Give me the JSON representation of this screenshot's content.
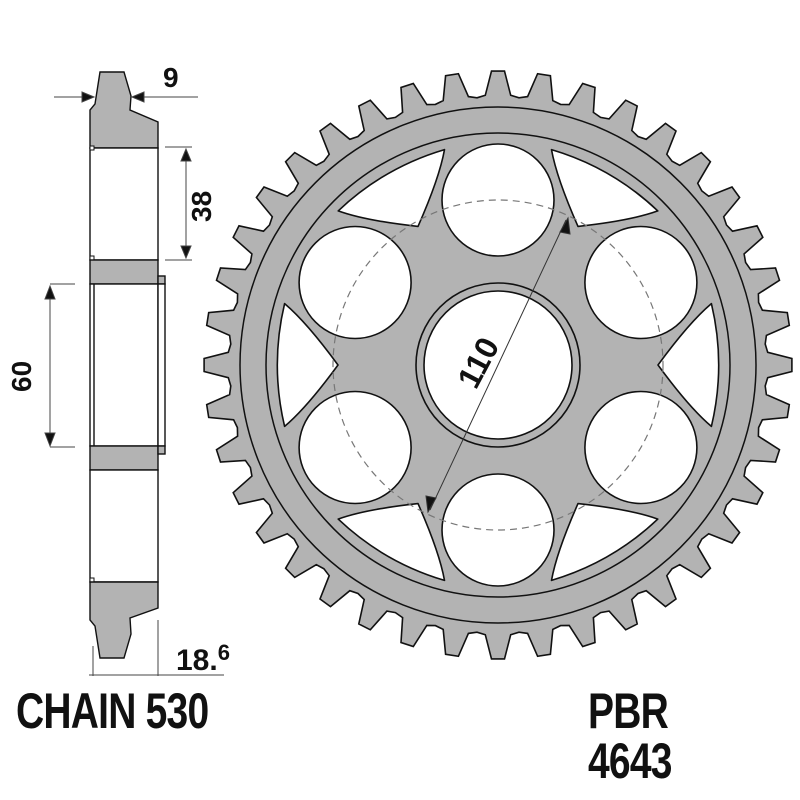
{
  "product": {
    "code": "PBR 4643",
    "chain": "CHAIN 530"
  },
  "dimensions": {
    "tooth_thickness": "9",
    "hub_offset": "38",
    "hub_width": "60",
    "overall_width_main": "18.",
    "overall_width_sup": "6",
    "bolt_circle_diameter": "110"
  },
  "sprocket": {
    "teeth": 40,
    "bolt_holes": 6,
    "lightening_windows": 6
  },
  "colors": {
    "metal": "#b3b3b3",
    "outline": "#111111",
    "background": "#ffffff",
    "dimension_line": "#444444"
  }
}
